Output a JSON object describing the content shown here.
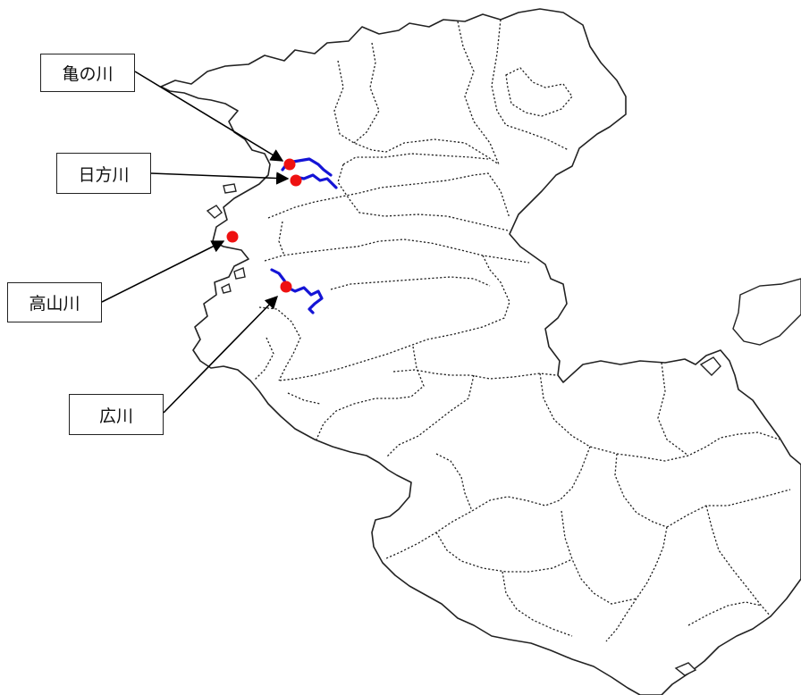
{
  "map": {
    "colors": {
      "boundary": "#222222",
      "river": "#1414d6",
      "marker": "#ee1111",
      "arrow": "#000000"
    },
    "rivers": [
      {
        "key": "kame",
        "label": "亀の川"
      },
      {
        "key": "hikata",
        "label": "日方川"
      },
      {
        "key": "takayama",
        "label": "高山川"
      },
      {
        "key": "hiro",
        "label": "広川"
      }
    ]
  }
}
